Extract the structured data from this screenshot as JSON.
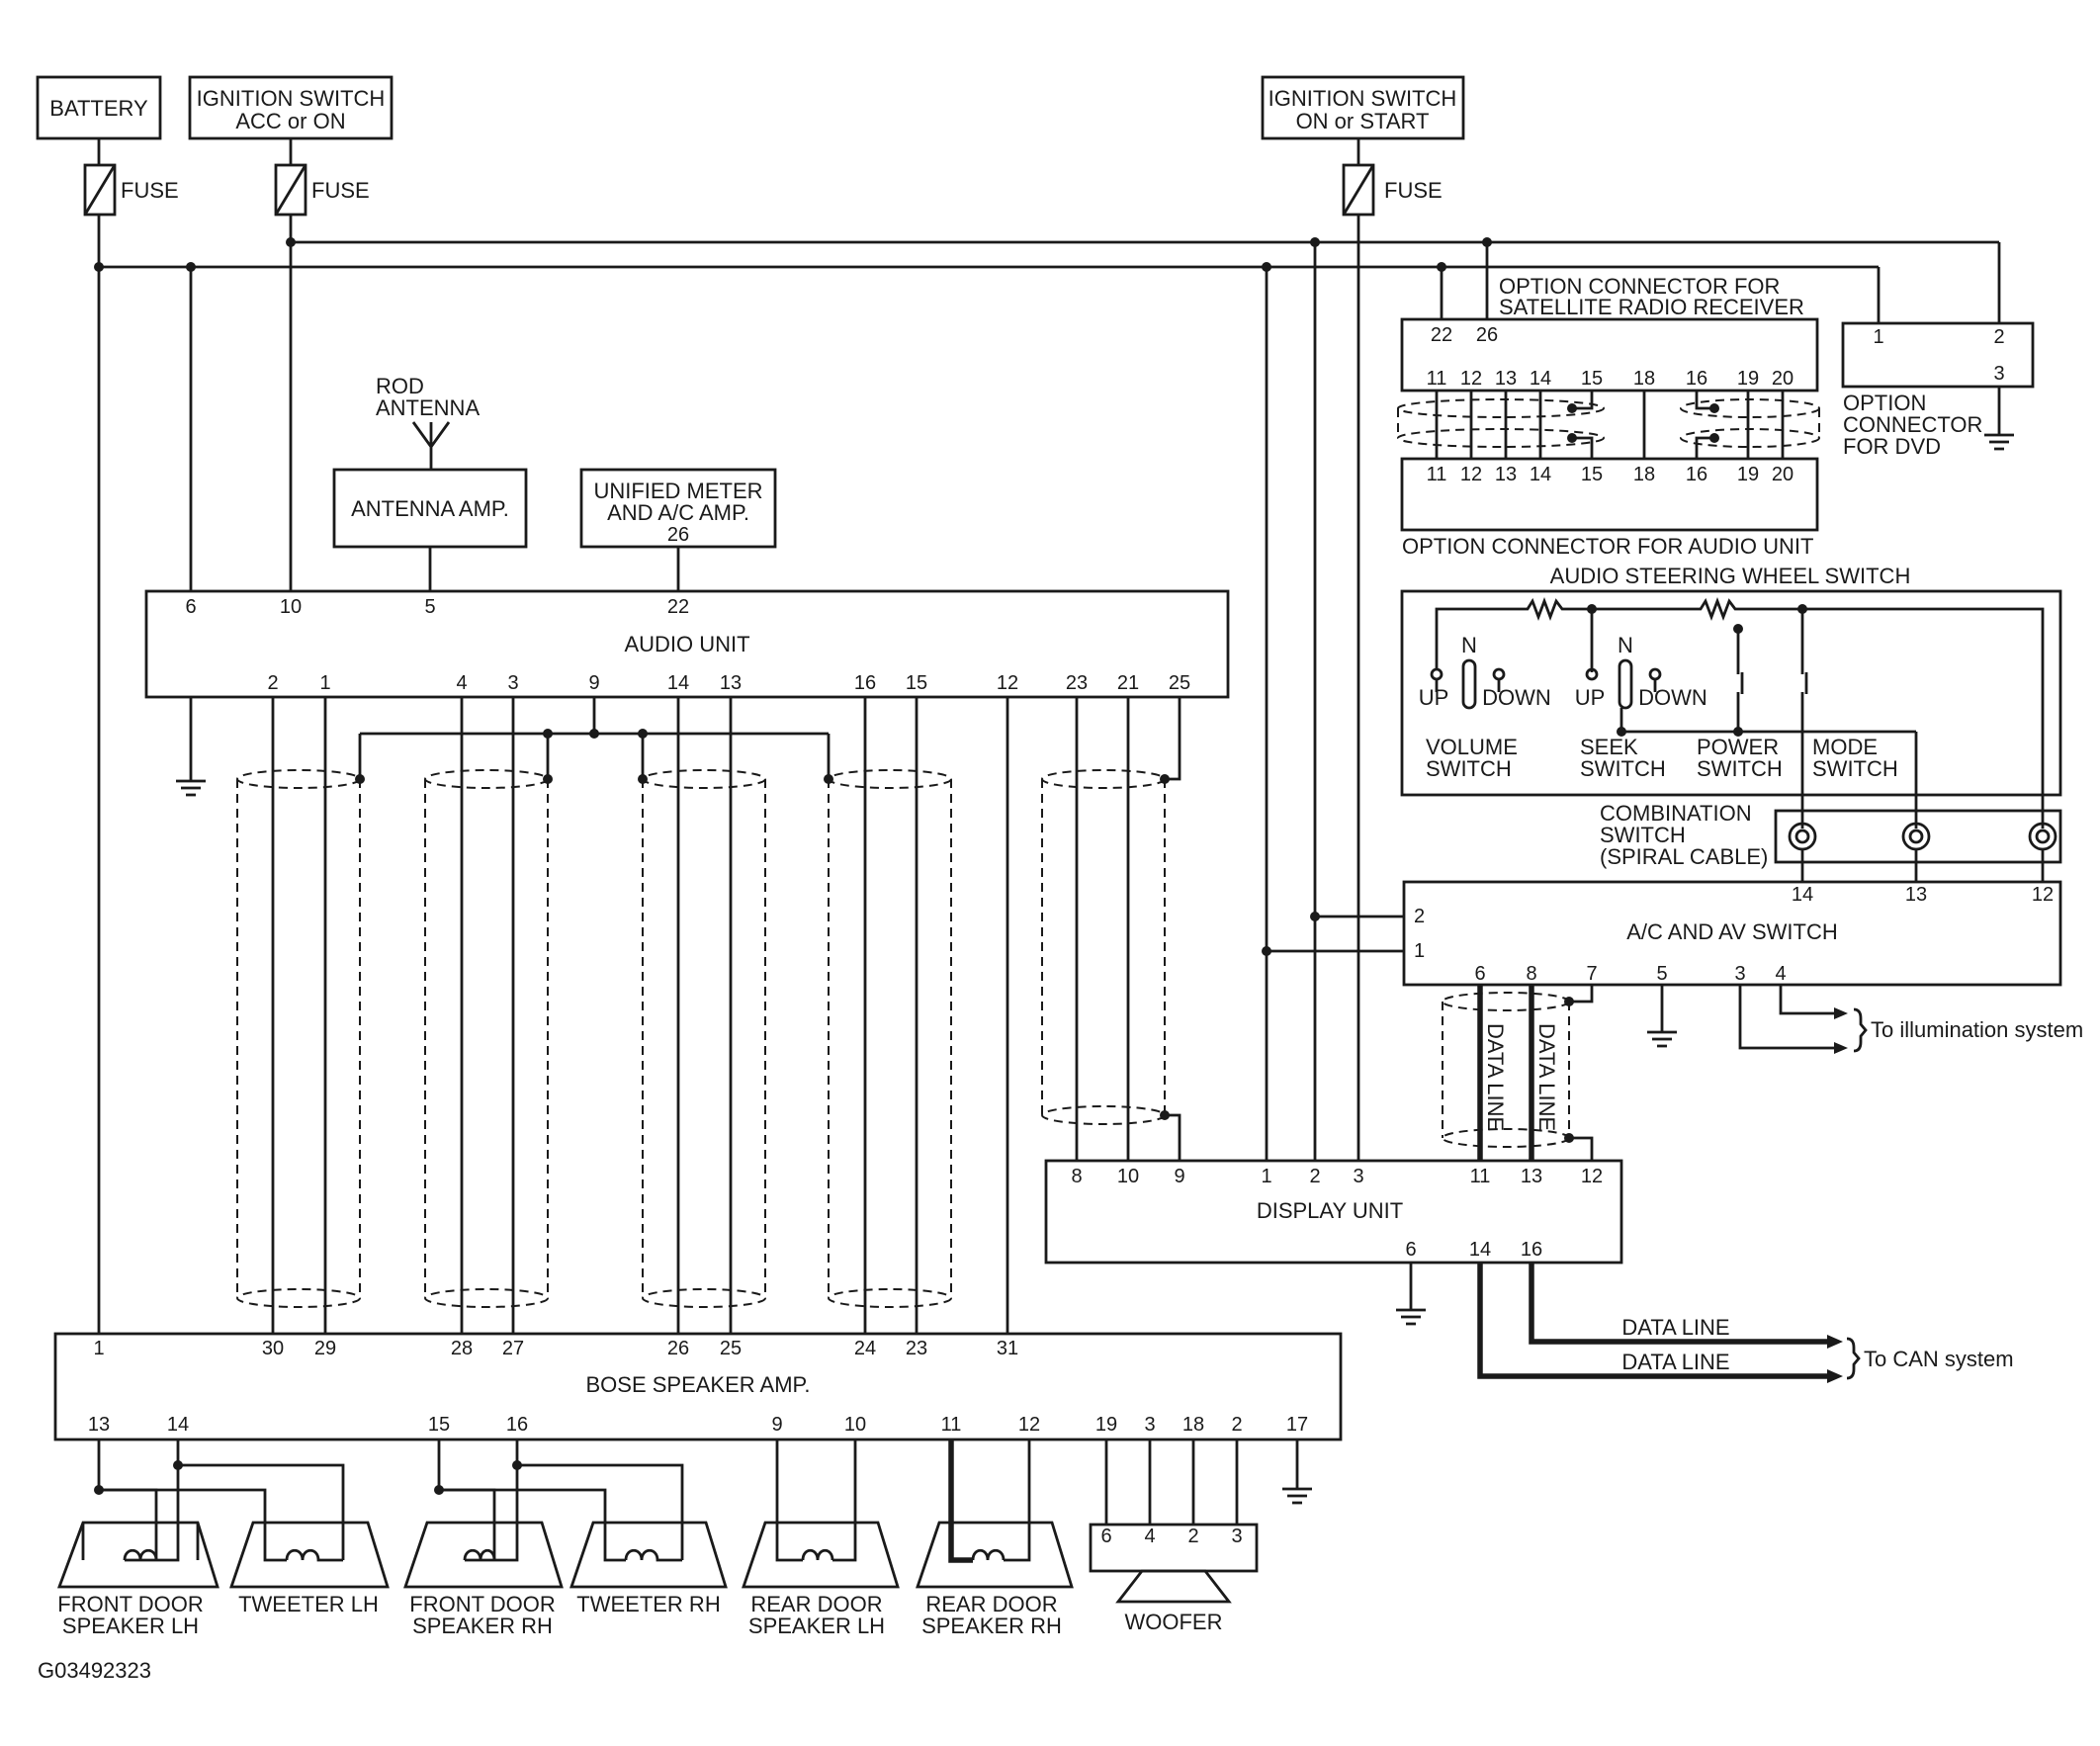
{
  "boxes": {
    "battery": "BATTERY",
    "ign_acc_1": "IGNITION SWITCH",
    "ign_acc_2": "ACC or ON",
    "ign_on_1": "IGNITION SWITCH",
    "ign_on_2": "ON or START",
    "fuse": "FUSE",
    "rod_1": "ROD",
    "rod_2": "ANTENNA",
    "antenna_amp": "ANTENNA AMP.",
    "meter_1": "UNIFIED METER",
    "meter_2": "AND A/C AMP.",
    "audio_unit": "AUDIO UNIT",
    "sat_1": "OPTION CONNECTOR FOR",
    "sat_2": "SATELLITE RADIO RECEIVER",
    "opt_audio": "OPTION CONNECTOR FOR AUDIO UNIT",
    "dvd_1": "OPTION",
    "dvd_2": "CONNECTOR",
    "dvd_3": "FOR DVD",
    "steer": "AUDIO STEERING WHEEL SWITCH",
    "up": "UP",
    "down": "DOWN",
    "n": "N",
    "volume": "VOLUME",
    "seek": "SEEK",
    "power": "POWER",
    "mode": "MODE",
    "switch": "SWITCH",
    "comb_1": "COMBINATION",
    "comb_2": "SWITCH",
    "comb_3": "(SPIRAL CABLE)",
    "acav": "A/C AND AV SWITCH",
    "data_line": "DATA LINE",
    "illum": "To illumination system",
    "display": "DISPLAY UNIT",
    "can": "To CAN system",
    "bose": "BOSE SPEAKER AMP.",
    "fd_lh_1": "FRONT DOOR",
    "fd_lh_2": "SPEAKER LH",
    "tw_lh": "TWEETER LH",
    "fd_rh_1": "FRONT DOOR",
    "fd_rh_2": "SPEAKER RH",
    "tw_rh": "TWEETER RH",
    "rd_lh_1": "REAR DOOR",
    "rd_lh_2": "SPEAKER LH",
    "rd_rh_1": "REAR DOOR",
    "rd_rh_2": "SPEAKER RH",
    "woofer": "WOOFER",
    "figure_id": "G03492323"
  },
  "pins": {
    "meter": [
      "26"
    ],
    "audio_top": [
      "6",
      "10",
      "5",
      "22"
    ],
    "audio_bottom": [
      "2",
      "1",
      "4",
      "3",
      "9",
      "14",
      "13",
      "16",
      "15",
      "12",
      "23",
      "21",
      "25"
    ],
    "sat_top": [
      "22",
      "26"
    ],
    "opt_row": [
      "11",
      "12",
      "13",
      "14",
      "15",
      "18",
      "16",
      "19",
      "20"
    ],
    "dvd": [
      "1",
      "2",
      "3"
    ],
    "comb": [
      "14",
      "13",
      "12"
    ],
    "acav_left": [
      "2",
      "1"
    ],
    "acav_bottom": [
      "6",
      "8",
      "7",
      "5",
      "3",
      "4"
    ],
    "display_top": [
      "8",
      "10",
      "9",
      "1",
      "2",
      "3",
      "11",
      "13",
      "12"
    ],
    "display_bottom": [
      "6",
      "14",
      "16"
    ],
    "bose_top": [
      "1",
      "30",
      "29",
      "28",
      "27",
      "26",
      "25",
      "24",
      "23",
      "31"
    ],
    "bose_bottom": [
      "13",
      "14",
      "15",
      "16",
      "9",
      "10",
      "11",
      "12",
      "19",
      "3",
      "18",
      "2",
      "17"
    ],
    "woofer": [
      "6",
      "4",
      "2",
      "3"
    ]
  }
}
